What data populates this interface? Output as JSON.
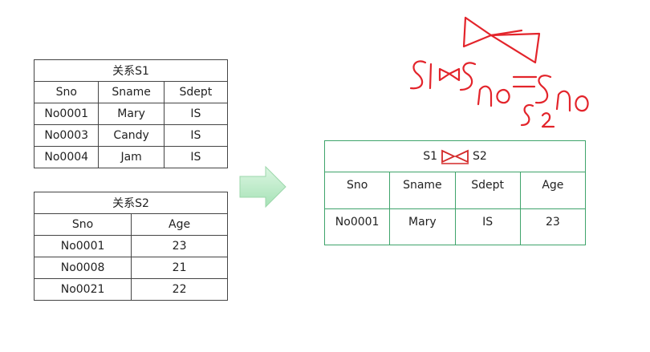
{
  "relation_s1": {
    "title": "关系S1",
    "columns": [
      "Sno",
      "Sname",
      "Sdept"
    ],
    "rows": [
      [
        "No0001",
        "Mary",
        "IS"
      ],
      [
        "No0003",
        "Candy",
        "IS"
      ],
      [
        "No0004",
        "Jam",
        "IS"
      ]
    ]
  },
  "relation_s2": {
    "title": "关系S2",
    "columns": [
      "Sno",
      "Age"
    ],
    "rows": [
      [
        "No0001",
        "23"
      ],
      [
        "No0008",
        "21"
      ],
      [
        "No0021",
        "22"
      ]
    ]
  },
  "result": {
    "left_relation": "S1",
    "right_relation": "S2",
    "columns": [
      "Sno",
      "Sname",
      "Sdept",
      "Age"
    ],
    "rows": [
      [
        "No0001",
        "Mary",
        "IS",
        "23"
      ]
    ]
  },
  "colors": {
    "arrow_fill": "#b9ecc6",
    "result_border": "#3fa46b",
    "annotation_ink": "#e3242b"
  }
}
